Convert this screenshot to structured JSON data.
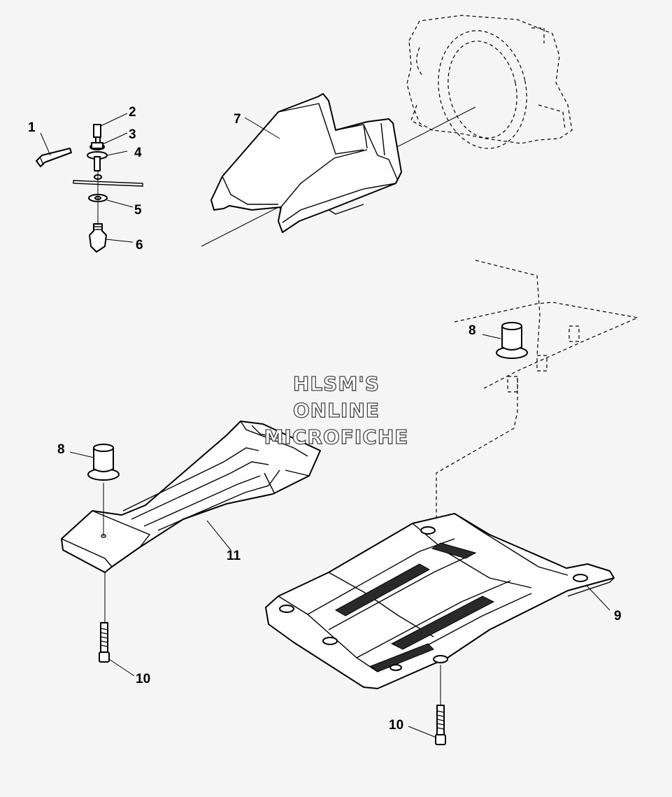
{
  "callouts": {
    "c1": "1",
    "c2": "2",
    "c3": "3",
    "c4": "4",
    "c5": "5",
    "c6": "6",
    "c7": "7",
    "c8a": "8",
    "c8b": "8",
    "c9": "9",
    "c10a": "10",
    "c10b": "10",
    "c11": "11"
  },
  "watermark": {
    "line1": "HLSM'S",
    "line2": "ONLINE",
    "line3": "MICROFICHE"
  }
}
